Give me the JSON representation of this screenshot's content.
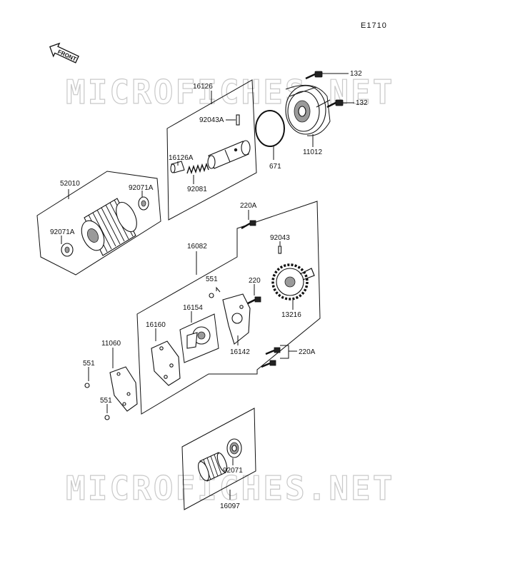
{
  "diagram_code": "E1710",
  "front_label": "FRONT",
  "watermark": "MICROFICHES.NET",
  "parts": {
    "p132a": "132",
    "p132b": "132",
    "p16126": "16126",
    "p92043A": "92043A",
    "p16126A": "16126A",
    "p92081": "92081",
    "p671": "671",
    "p11012": "11012",
    "p52010": "52010",
    "p92071A_top": "92071A",
    "p92071A_bot": "92071A",
    "p220A_top": "220A",
    "p92043": "92043",
    "p16082": "16082",
    "p551_top": "551",
    "p220": "220",
    "p16154": "16154",
    "p16160": "16160",
    "p13216": "13216",
    "p16142": "16142",
    "p220A_bot": "220A",
    "p11060": "11060",
    "p551_mid": "551",
    "p551_bot": "551",
    "p92071": "92071",
    "p16097": "16097"
  }
}
